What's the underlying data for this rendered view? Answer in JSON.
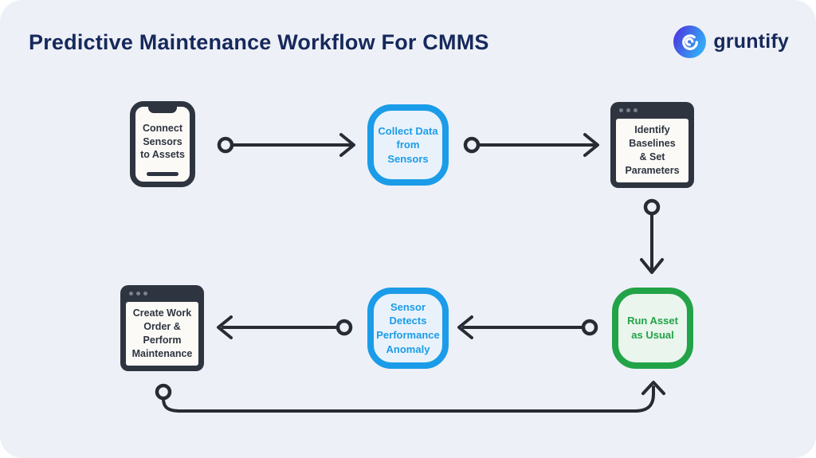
{
  "header": {
    "title": "Predictive Maintenance Workflow For CMMS",
    "brand": "gruntify"
  },
  "colors": {
    "canvas_bg": "#eef0f7",
    "title_navy": "#16295c",
    "node_dark": "#2e3440",
    "node_light_fill": "#fbfaf6",
    "accent_blue": "#1b9ce8",
    "accent_blue_fill": "#e9f2fb",
    "accent_green": "#22a347",
    "accent_green_fill": "#e9f5ed",
    "arrow_color": "#272b33",
    "logo_gradient_start": "#4b42e2",
    "logo_gradient_end": "#33a7f6"
  },
  "nodes": [
    {
      "id": "connect-sensors",
      "kind": "phone",
      "label": "Connect\nSensors\nto Assets"
    },
    {
      "id": "collect-data",
      "kind": "rounded-blue",
      "label": "Collect Data\nfrom\nSensors"
    },
    {
      "id": "identify-baselines",
      "kind": "browser",
      "label": "Identify\nBaselines\n& Set\nParameters"
    },
    {
      "id": "run-asset",
      "kind": "rounded-green",
      "label": "Run Asset\nas Usual"
    },
    {
      "id": "sensor-detects",
      "kind": "rounded-blue",
      "label": "Sensor\nDetects\nPerformance\nAnomaly"
    },
    {
      "id": "create-work-order",
      "kind": "browser",
      "label": "Create Work\nOrder &\nPerform\nMaintenance"
    }
  ],
  "edges": [
    {
      "from": "connect-sensors",
      "to": "collect-data"
    },
    {
      "from": "collect-data",
      "to": "identify-baselines"
    },
    {
      "from": "identify-baselines",
      "to": "run-asset"
    },
    {
      "from": "run-asset",
      "to": "sensor-detects"
    },
    {
      "from": "sensor-detects",
      "to": "create-work-order"
    },
    {
      "from": "create-work-order",
      "to": "run-asset"
    }
  ]
}
